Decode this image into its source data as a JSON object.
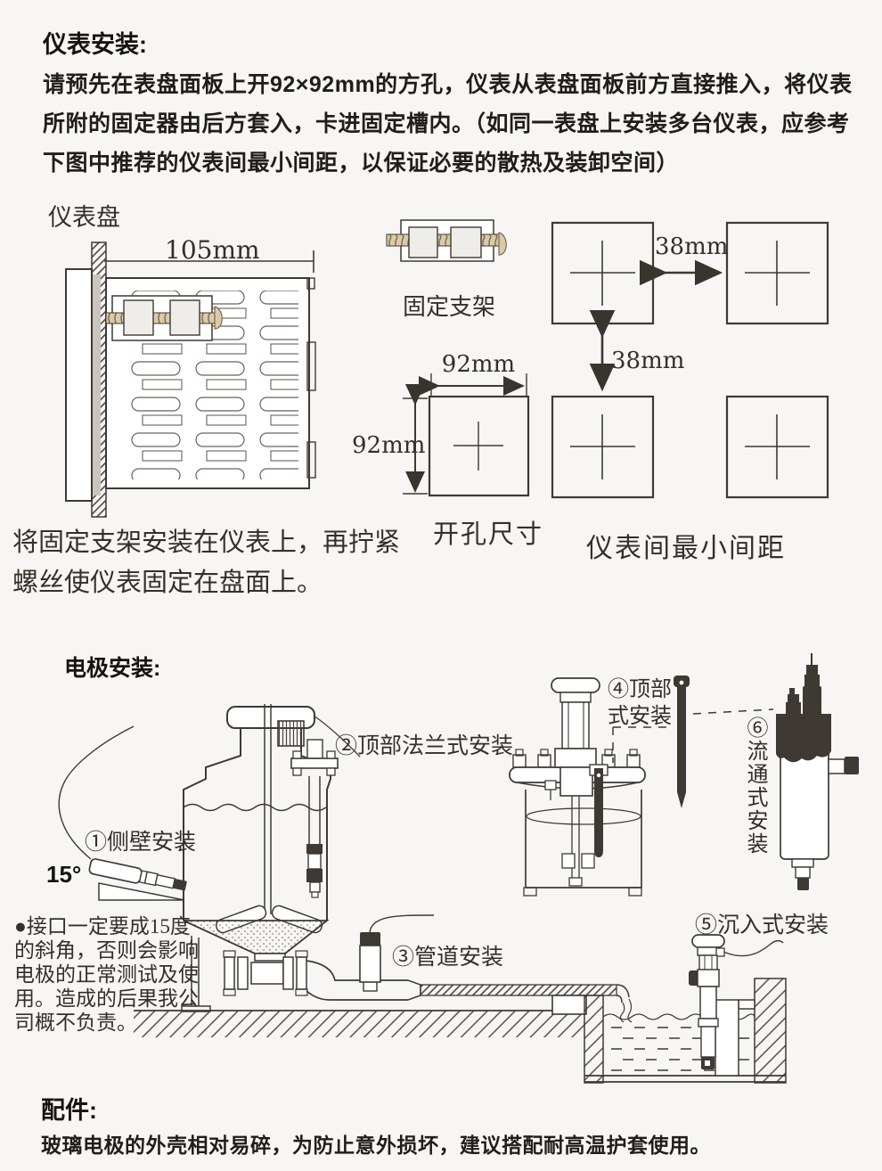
{
  "page": {
    "background": "#f7f6f4",
    "ink": "#3f3933"
  },
  "instrument": {
    "heading": "仪表安装:",
    "body_lines": [
      "请预先在表盘面板上开92×92mm的方孔，仪表从表盘面板前方直接推入，将仪表",
      "所附的固定器由后方套入，卡进固定槽内。（如同一表盘上安装多台仪表，应参考",
      "下图中推荐的仪表间最小间距，以保证必要的散热及装卸空间）"
    ],
    "panel_label": "仪表盘",
    "dim_width": "105mm",
    "bracket_label": "固定支架",
    "cutout_width": "92mm",
    "cutout_height": "92mm",
    "cutout_caption": "开孔尺寸",
    "gap_horizontal": "38mm",
    "gap_vertical": "38mm",
    "spacing_caption": "仪表间最小间距",
    "note_lines": [
      "将固定支架安装在仪表上，再拧紧",
      "螺丝使仪表固定在盘面上。"
    ]
  },
  "electrode": {
    "heading": "电极安装:",
    "label_side_wall": "①侧壁安装",
    "label_angle": "15°",
    "label_top_flange": "②顶部法兰式安装",
    "label_pipeline": "③管道安装",
    "label_top_mount_line1": "④顶部",
    "label_top_mount_line2": "式安装",
    "label_immersion": "⑤沉入式安装",
    "label_flow_through": "⑥流通式安装",
    "warning_lines": [
      "●接口一定要成15度",
      "的斜角，否则会影响",
      "电极的正常测试及使",
      "用。造成的后果我公",
      "司概不负责。"
    ]
  },
  "accessories": {
    "heading": "配件:",
    "body": "玻璃电极的外壳相对易碎，为防止意外损坏，建议搭配耐高温护套使用。"
  }
}
